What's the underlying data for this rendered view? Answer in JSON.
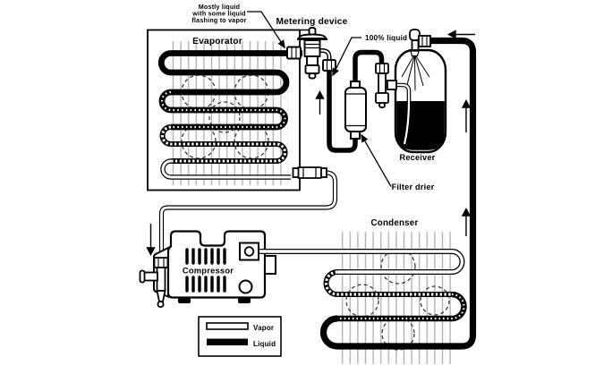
{
  "diagram": {
    "type": "refrigeration-cycle-schematic",
    "labels": {
      "mostly_liquid_line1": "Mostly liquid",
      "mostly_liquid_line2": "with some liquid",
      "mostly_liquid_line3": "flashing to vapor",
      "metering_device": "Metering device",
      "pct_liquid": "100% liquid",
      "evaporator": "Evaporator",
      "receiver": "Receiver",
      "filter_drier": "Filter drier",
      "condenser": "Condenser",
      "compressor": "Compressor"
    },
    "legend": {
      "vapor": "Vapor",
      "liquid": "Liquid"
    },
    "colors": {
      "line": "#000000",
      "background": "#ffffff",
      "fins": "#b3b3b3",
      "fan_circle": "#3a3a3a"
    },
    "flow_arrows": [
      "up-into-metering-device",
      "down-into-compressor",
      "up-condenser-to-receiver-lower",
      "up-condenser-to-receiver-upper",
      "left-into-receiver-top"
    ]
  }
}
